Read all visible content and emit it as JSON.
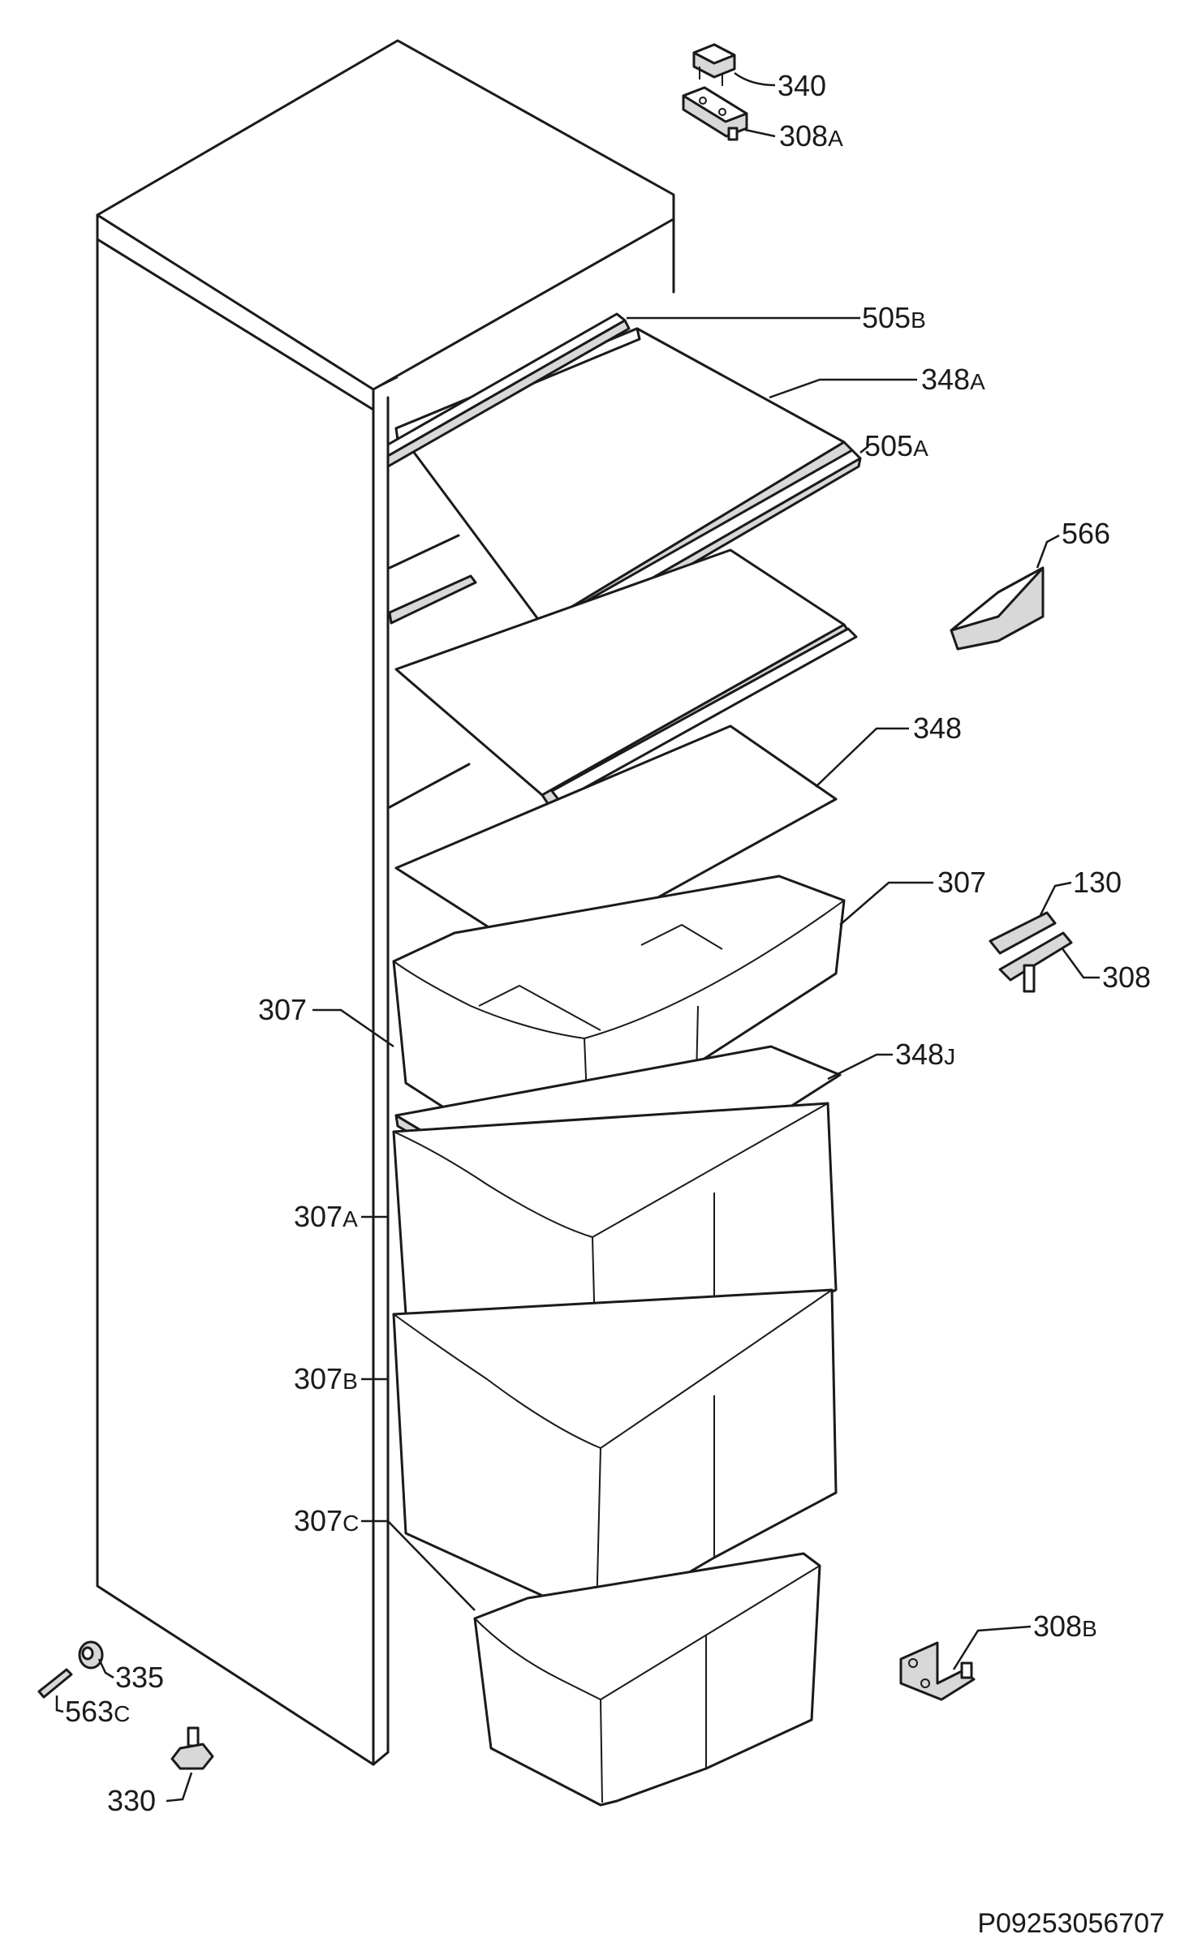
{
  "diagram": {
    "labels": {
      "l340": {
        "main": "340",
        "suffix": ""
      },
      "l308a": {
        "main": "308",
        "suffix": "A"
      },
      "l505b": {
        "main": "505",
        "suffix": "B"
      },
      "l348a": {
        "main": "348",
        "suffix": "A"
      },
      "l505a": {
        "main": "505",
        "suffix": "A"
      },
      "l566": {
        "main": "566",
        "suffix": ""
      },
      "l348": {
        "main": "348",
        "suffix": ""
      },
      "l307r": {
        "main": "307",
        "suffix": ""
      },
      "l130": {
        "main": "130",
        "suffix": ""
      },
      "l308": {
        "main": "308",
        "suffix": ""
      },
      "l307l": {
        "main": "307",
        "suffix": ""
      },
      "l348j": {
        "main": "348",
        "suffix": "J"
      },
      "l307a": {
        "main": "307",
        "suffix": "A"
      },
      "l307b": {
        "main": "307",
        "suffix": "B"
      },
      "l307c": {
        "main": "307",
        "suffix": "C"
      },
      "l308b": {
        "main": "308",
        "suffix": "B"
      },
      "l335": {
        "main": "335",
        "suffix": ""
      },
      "l563c": {
        "main": "563",
        "suffix": "C"
      },
      "l330": {
        "main": "330",
        "suffix": ""
      }
    },
    "drawing_number": "P09253056707"
  }
}
